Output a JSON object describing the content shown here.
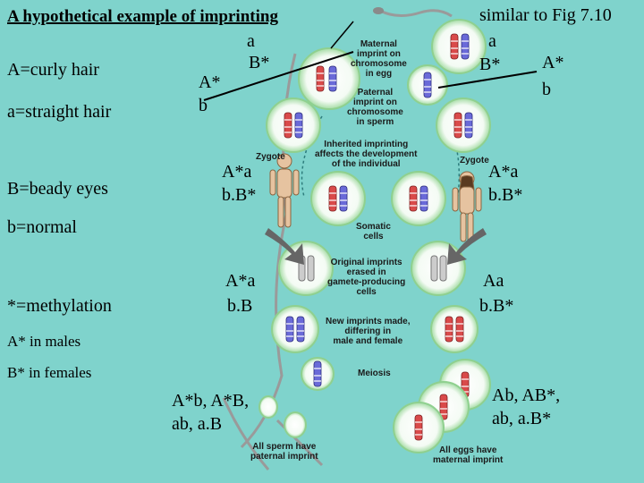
{
  "title": "A hypothetical example of imprinting",
  "legend": {
    "A": "A=curly hair",
    "a": "a=straight hair",
    "B": "B=beady eyes",
    "b": "b=normal",
    "methylation": "*=methylation",
    "males": "A* in males",
    "females": "B* in females"
  },
  "reference": "similar to Fig 7.10",
  "genotypes": {
    "male_parent_top": "a",
    "male_parent_top2": "B*",
    "male_parent_bottom": "A*",
    "male_parent_bottom2": "b",
    "female_parent_top": "a",
    "female_parent_top2": "B*",
    "female_parent_bottom": "A*",
    "female_parent_bottom2": "b",
    "male_zygote_1": "A*a",
    "male_zygote_2": "b.B*",
    "female_zygote_1": "A*a",
    "female_zygote_2": "b.B*",
    "male_erased_1": "A*a",
    "male_erased_2": "b.B",
    "female_erased_1": "Aa",
    "female_erased_2": "b.B*",
    "sperm_1": "A*b, A*B,",
    "sperm_2": "ab, a.B",
    "eggs_1": "Ab, AB*,",
    "eggs_2": "ab, a.B*"
  },
  "figure_labels": {
    "maternal": [
      "Maternal",
      "imprint on",
      "chromosome",
      "in egg"
    ],
    "paternal": [
      "Paternal",
      "imprint on",
      "chromosome",
      "in sperm"
    ],
    "inherited": [
      "Inherited imprinting",
      "affects the development",
      "of the individual"
    ],
    "zygote_left": "Zygote",
    "zygote_right": "Zygote",
    "somatic": [
      "Somatic",
      "cells"
    ],
    "erased": [
      "Original imprints",
      "erased in",
      "gamete-producing",
      "cells"
    ],
    "new_imprints": [
      "New imprints made,",
      "differing in",
      "male and female"
    ],
    "meiosis": "Meiosis",
    "sperm": [
      "All sperm have",
      "paternal imprint"
    ],
    "eggs": [
      "All eggs have",
      "maternal imprint"
    ]
  },
  "colors": {
    "background": "#7fd3cc",
    "chromosome_red": "#d94a4a",
    "chromosome_blue": "#6a6ad8",
    "cell_fill": "#ffffff",
    "cell_border": "#8fd08f",
    "arrow": "#555555"
  }
}
